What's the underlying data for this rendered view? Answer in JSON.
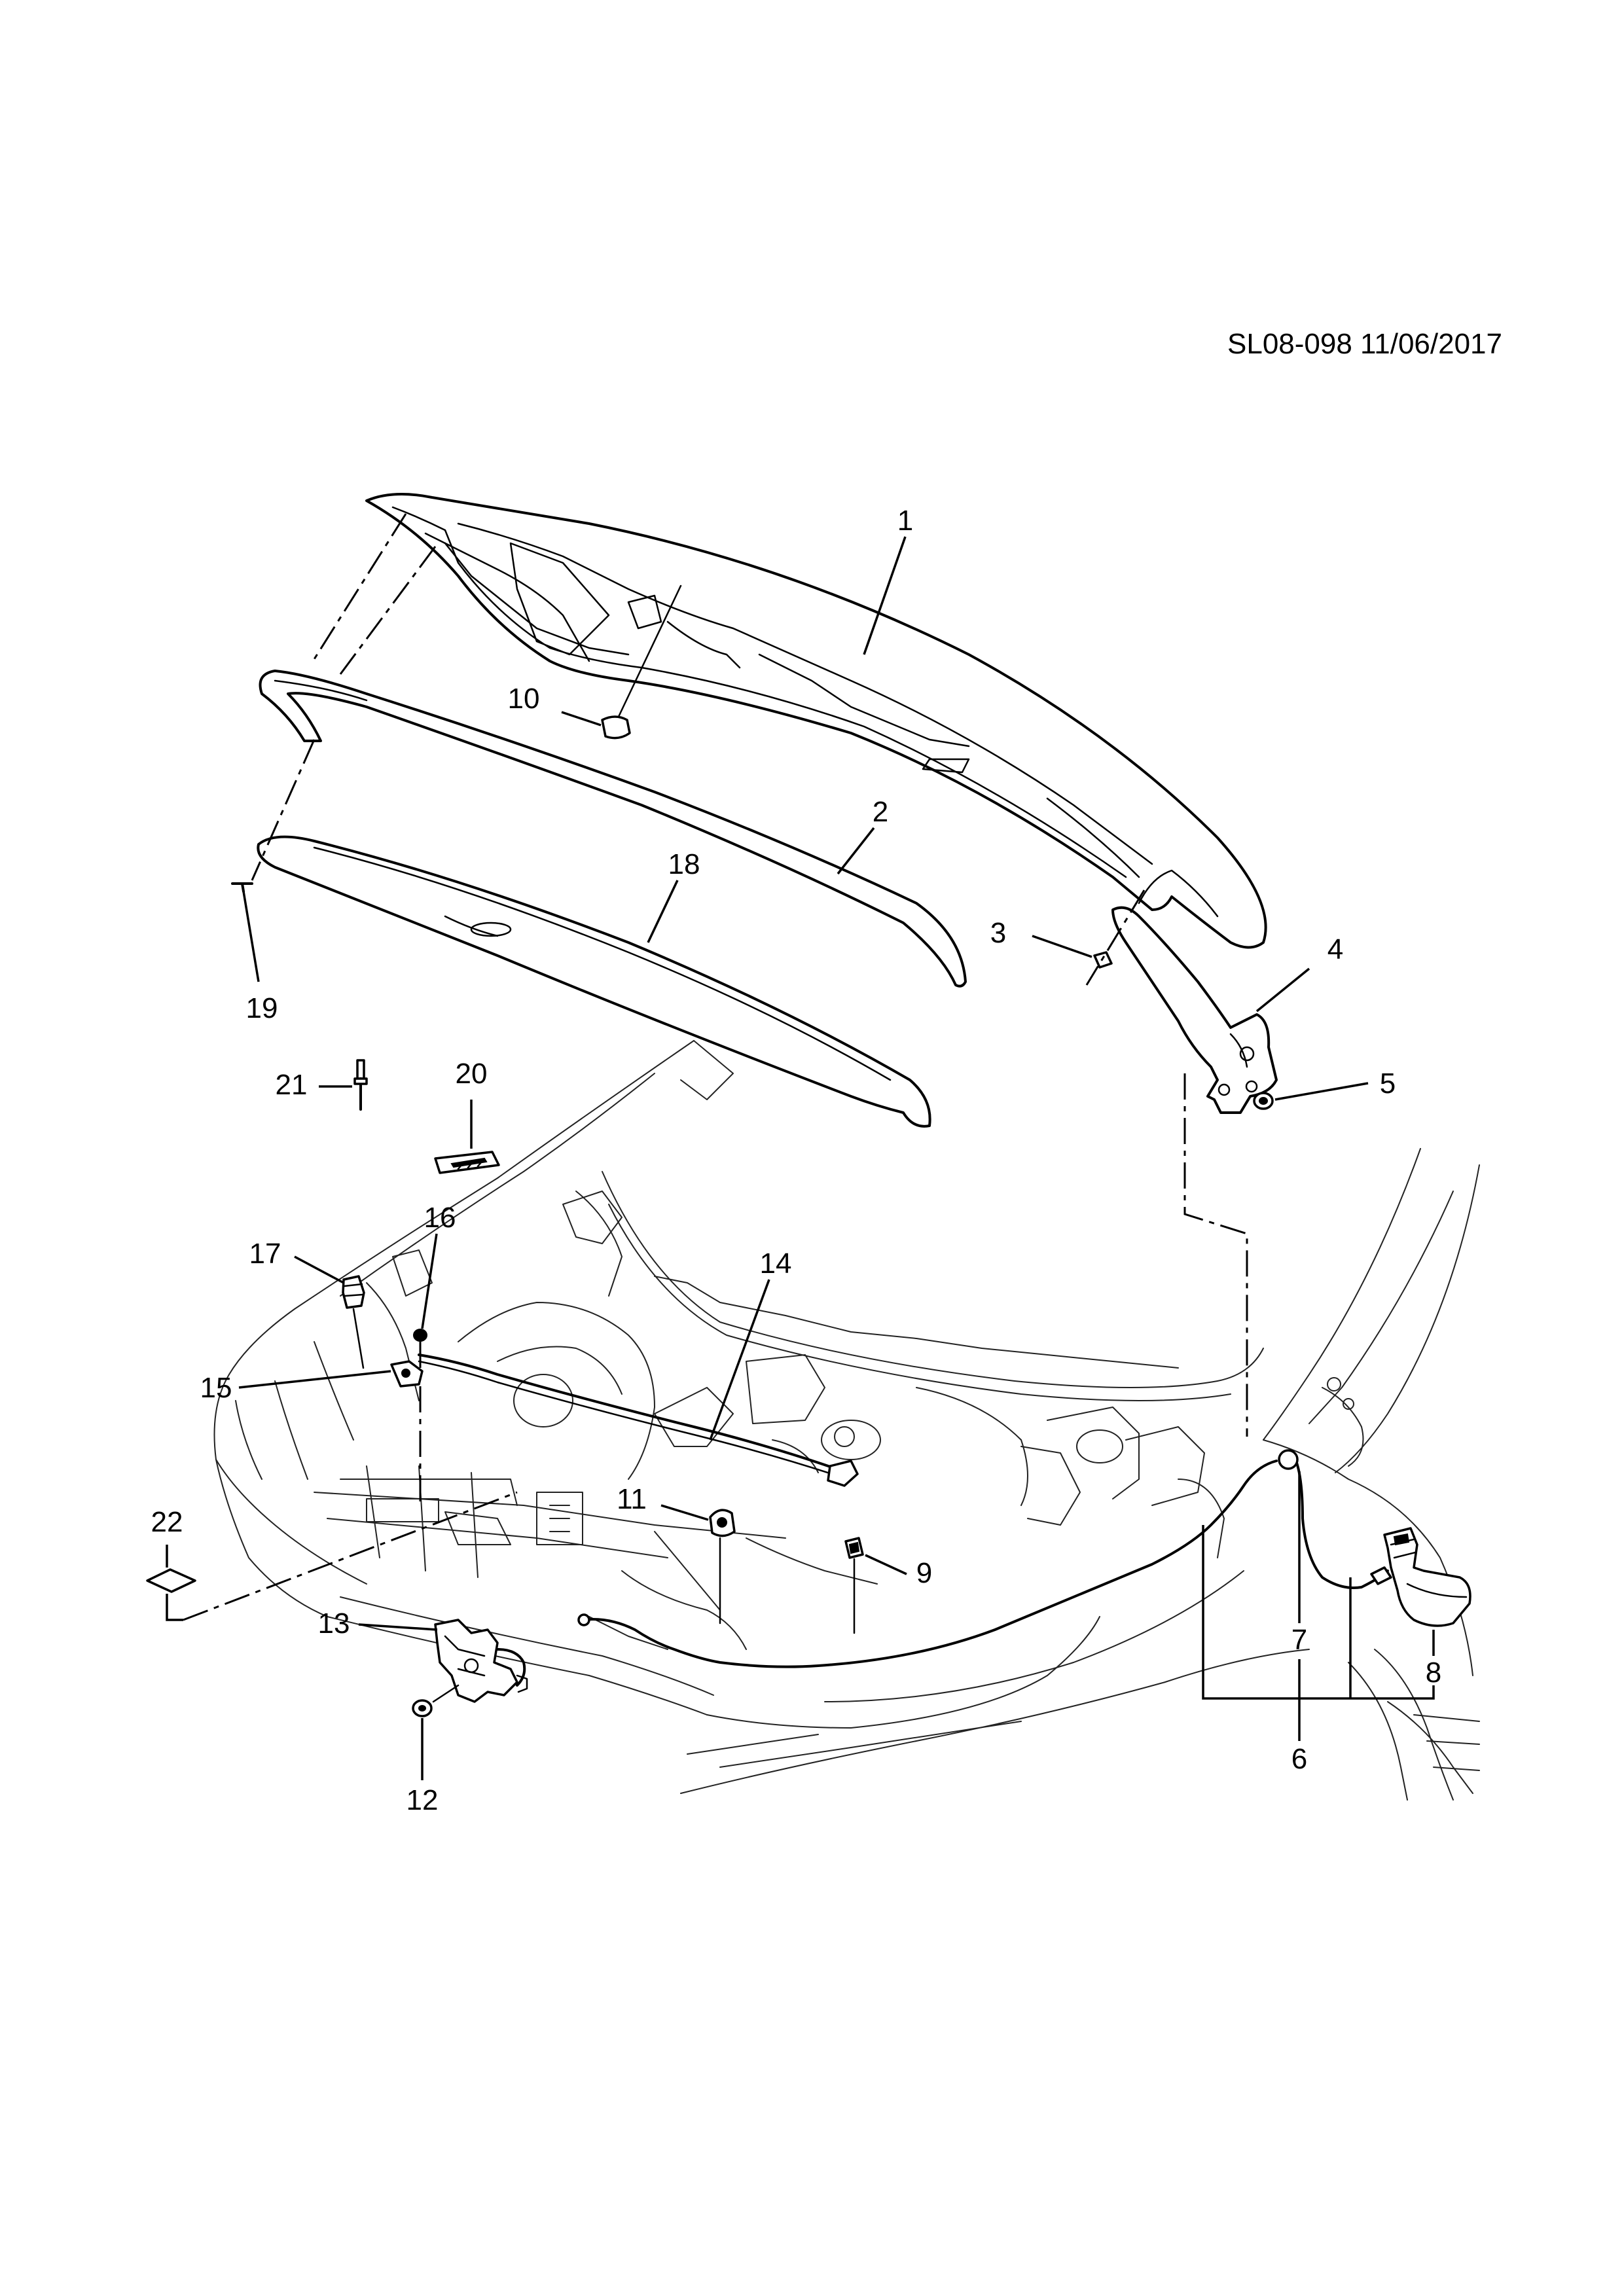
{
  "drawing_id": "SL08-098 11/06/2017",
  "callouts": [
    {
      "id": "1",
      "label": "1",
      "part": "hood-panel"
    },
    {
      "id": "2",
      "label": "2",
      "part": "hood-seal"
    },
    {
      "id": "3",
      "label": "3",
      "part": "nut"
    },
    {
      "id": "4",
      "label": "4",
      "part": "hood-hinge"
    },
    {
      "id": "5",
      "label": "5",
      "part": "bolt"
    },
    {
      "id": "6",
      "label": "6",
      "part": "release-cable-kit"
    },
    {
      "id": "7",
      "label": "7",
      "part": "release-cable"
    },
    {
      "id": "8",
      "label": "8",
      "part": "release-handle"
    },
    {
      "id": "9",
      "label": "9",
      "part": "clip"
    },
    {
      "id": "10",
      "label": "10",
      "part": "bumper"
    },
    {
      "id": "11",
      "label": "11",
      "part": "grommet"
    },
    {
      "id": "12",
      "label": "12",
      "part": "latch-bolt"
    },
    {
      "id": "13",
      "label": "13",
      "part": "hood-latch"
    },
    {
      "id": "14",
      "label": "14",
      "part": "support-rod"
    },
    {
      "id": "15",
      "label": "15",
      "part": "rod-bracket"
    },
    {
      "id": "16",
      "label": "16",
      "part": "screw"
    },
    {
      "id": "17",
      "label": "17",
      "part": "rod-retainer"
    },
    {
      "id": "18",
      "label": "18",
      "part": "insulator"
    },
    {
      "id": "19",
      "label": "19",
      "part": "retainer"
    },
    {
      "id": "20",
      "label": "20",
      "part": "label"
    },
    {
      "id": "21",
      "label": "21",
      "part": "rivet"
    },
    {
      "id": "22",
      "label": "22",
      "part": "label"
    }
  ]
}
